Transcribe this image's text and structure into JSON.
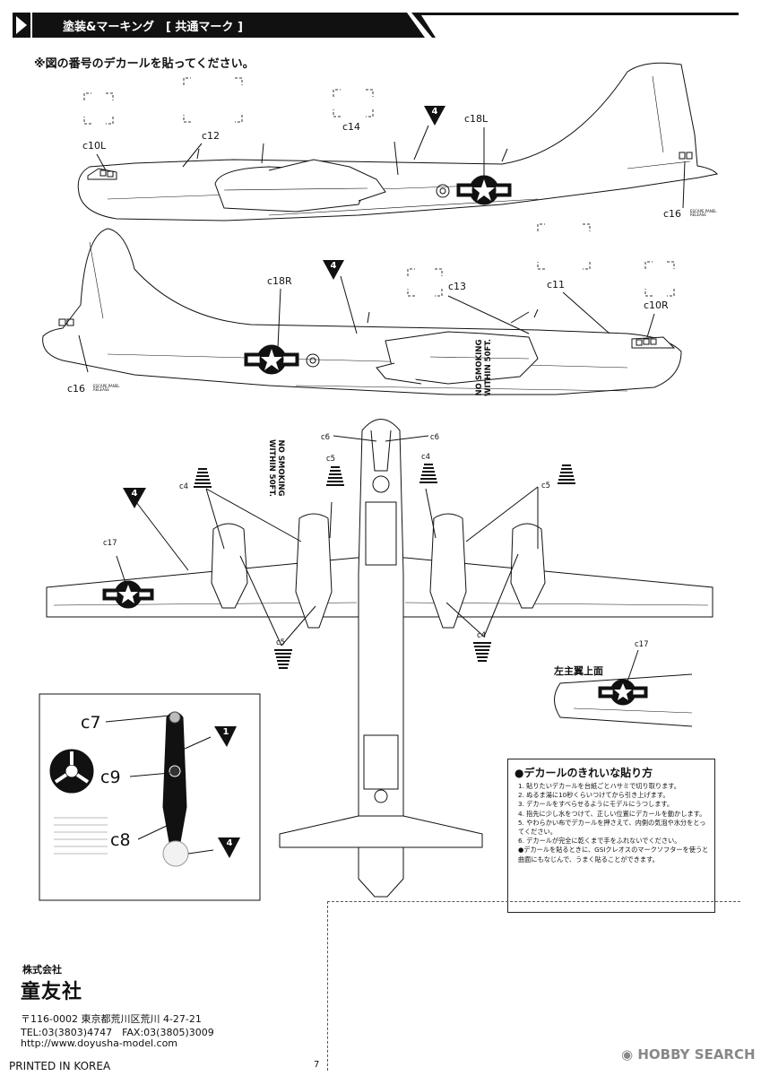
{
  "header": {
    "title": "塗装&マーキング　[ 共通マーク ]"
  },
  "note": "※図の番号のデカールを貼ってください。",
  "callouts": {
    "c10L": "c10L",
    "c12": "c12",
    "c14": "c14",
    "c18L": "c18L",
    "c16": "c16",
    "c16_tag": "ESCAPE PANEL RELEASE",
    "c18R": "c18R",
    "c13": "c13",
    "c11": "c11",
    "c10R": "c10R",
    "c6": "c6",
    "c5": "c5",
    "c4": "c4",
    "c17": "c17",
    "c7": "c7",
    "c9": "c9",
    "c8": "c8"
  },
  "paint_markers": {
    "four": "4",
    "one": "1"
  },
  "no_smoking": "NO SMOKING WITHIN 50FT.",
  "upper_wing_title": "左主翼上面",
  "instructions": {
    "title": "デカールのきれいな貼り方",
    "steps": [
      "1. 貼りたいデカールを台紙ごとハサミで切り取ります。",
      "2. ぬるま湯に10秒くらいつけてから引き上げます。",
      "3. デカールをすべらせるようにモデルにうつします。",
      "4. 指先に少し水をつけて、正しい位置にデカールを動かします。",
      "5. やわらかい布でデカールを押さえて、内側の気泡や水分をとってください。",
      "6. デカールが完全に乾くまで手をふれないでください。",
      "●デカールを貼るときに、GSIクレオスのマークソフターを使うと曲面にもなじんで、うまく貼ることができます。"
    ]
  },
  "company": {
    "kabushiki": "株式会社",
    "name": "童友社",
    "address": "〒116-0002 東京都荒川区荒川 4-27-21",
    "tel_fax": "TEL:03(3803)4747　FAX:03(3805)3009",
    "url": "http://www.doyusha-model.com"
  },
  "printed": "PRINTED IN KOREA",
  "page_number": "7",
  "watermark": "HOBBY SEARCH",
  "colors": {
    "ink": "#111111",
    "background": "#ffffff",
    "watermark": "#888888"
  }
}
